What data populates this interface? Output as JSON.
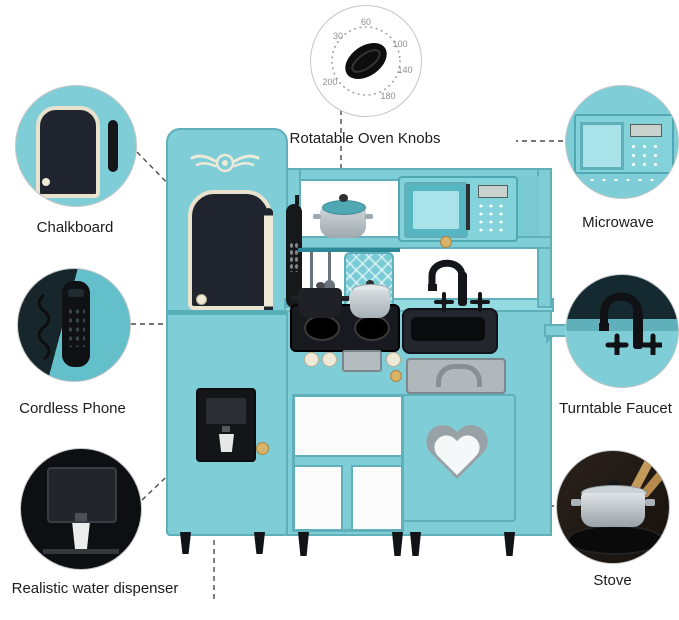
{
  "image": {
    "type": "toy-kitchen-feature-callouts",
    "background": "#ffffff"
  },
  "callouts": {
    "oven_knobs": {
      "label": "Rotatable Oven Knobs"
    },
    "chalkboard": {
      "label": "Chalkboard"
    },
    "microwave": {
      "label": "Microwave"
    },
    "cordless_phone": {
      "label": "Cordless Phone"
    },
    "turntable_faucet": {
      "label": "Turntable Faucet"
    },
    "water_dispenser": {
      "label": "Realistic water dispenser"
    },
    "stove": {
      "label": "Stove"
    }
  },
  "dial": {
    "numbers": [
      "30",
      "60",
      "100",
      "140",
      "180",
      "200"
    ]
  },
  "colors": {
    "teal": "#7fcdd6",
    "teal_light": "#93dbe1",
    "teal_dark": "#4fa8b4",
    "cream": "#efe9d8",
    "chalkboard": "#20242e",
    "black": "#17181a",
    "gray": "#97a1a6",
    "wood": "#d8b36a"
  }
}
